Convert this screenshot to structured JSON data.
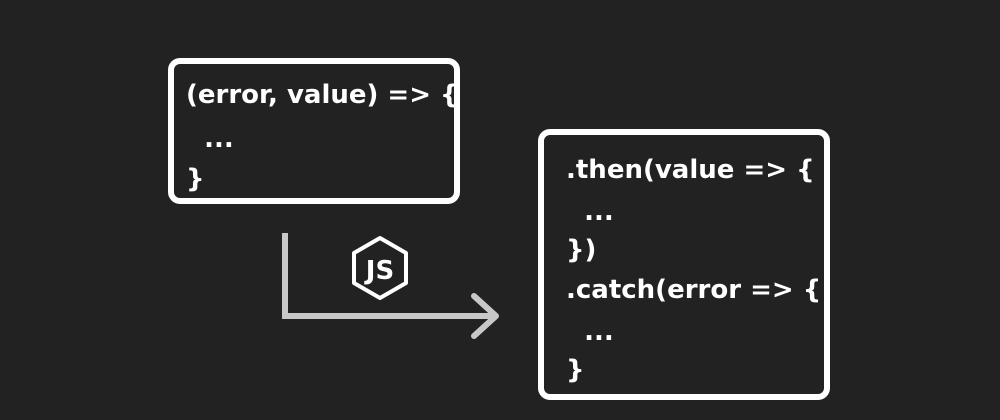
{
  "callback_box": {
    "lines": [
      "(error, value) => {",
      "  ...",
      "}"
    ]
  },
  "promise_box": {
    "lines": [
      ".then(value => {",
      "  ...",
      "})",
      ".catch(error => {",
      "  ...",
      "}"
    ]
  },
  "logo": {
    "name": "nodejs-js-icon",
    "text": "JS"
  },
  "colors": {
    "background": "#222222",
    "box_border": "#ffffff",
    "text": "#ffffff",
    "arrow": "#c8c8c8"
  }
}
